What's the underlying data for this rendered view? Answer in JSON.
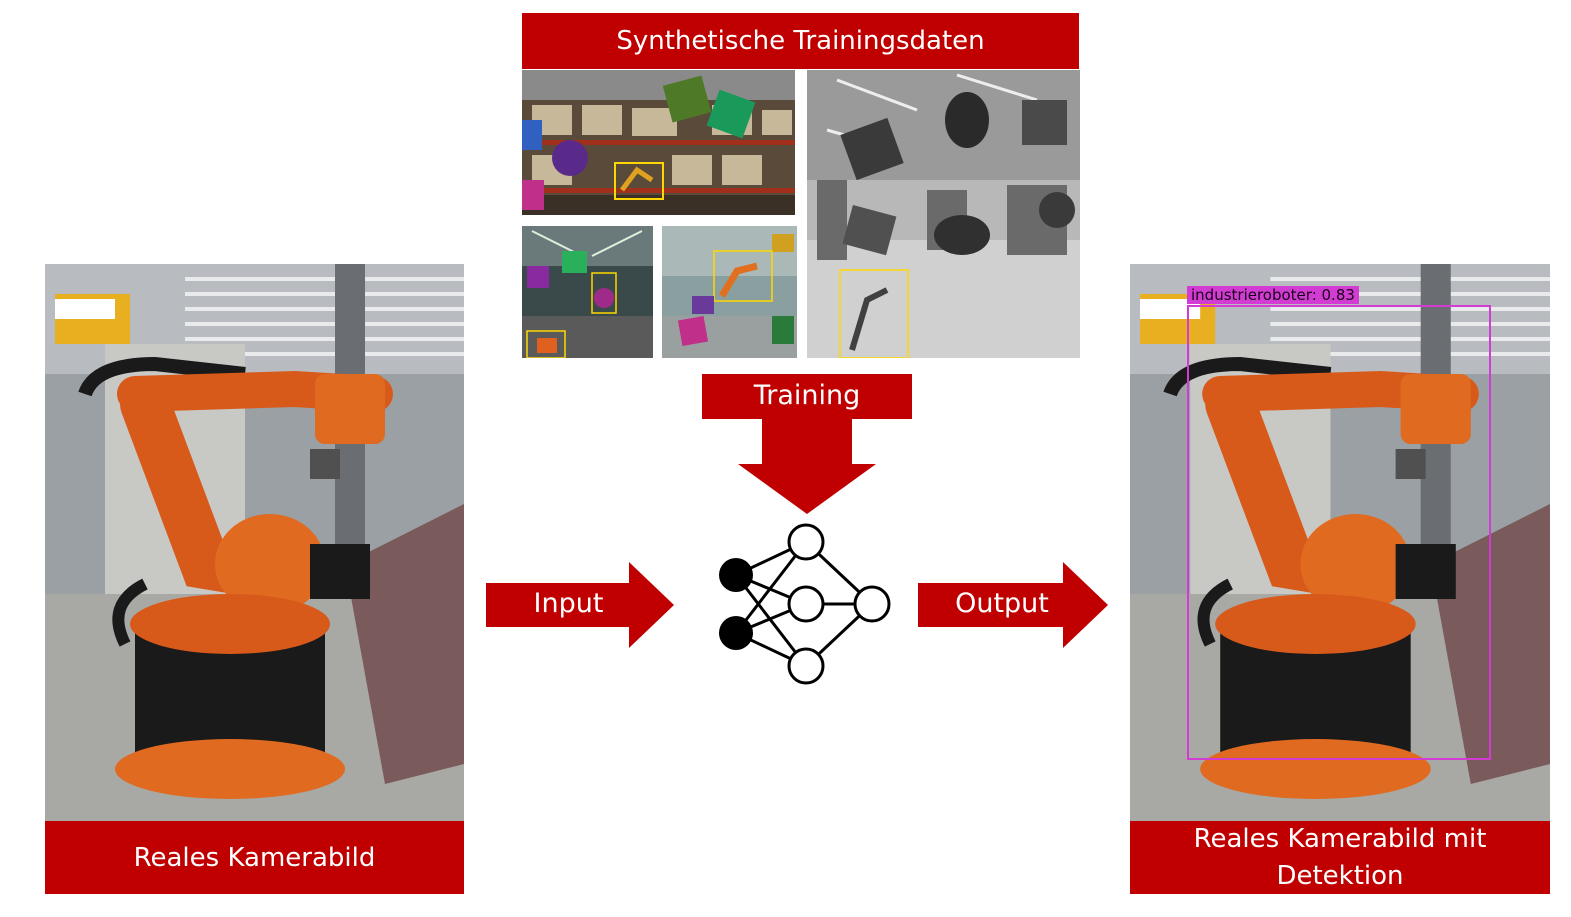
{
  "header": {
    "title": "Synthetische Trainingsdaten"
  },
  "flow": {
    "training_label": "Training",
    "input_label": "Input",
    "output_label": "Output"
  },
  "left_panel": {
    "caption": "Reales Kamerabild"
  },
  "right_panel": {
    "caption_line1": "Reales Kamerabild mit",
    "caption_line2": "Detektion",
    "detection_label": "industrieroboter: 0.83"
  },
  "colors": {
    "accent_red": "#c00000",
    "detection_magenta": "#d23cd2",
    "bbox_yellow": "#ffd700"
  },
  "icons": {
    "network": "neural-network-icon"
  }
}
